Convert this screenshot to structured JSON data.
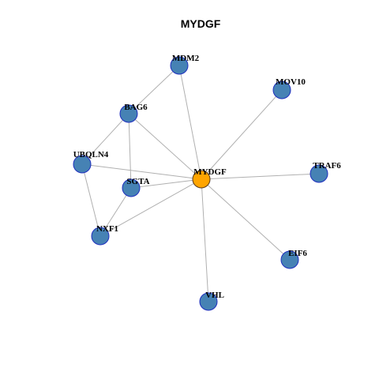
{
  "title": "MYDGF",
  "colors": {
    "center_fill": "#FFA500",
    "center_stroke": "#5a3a1a",
    "node_fill": "#4682B4",
    "node_stroke": "#1f2fbf",
    "edge": "#b0b0b0"
  },
  "nodes": [
    {
      "id": "MYDGF",
      "label": "MYDGF",
      "center": true
    },
    {
      "id": "MDM2",
      "label": "MDM2"
    },
    {
      "id": "MOV10",
      "label": "MOV10"
    },
    {
      "id": "BAG6",
      "label": "BAG6"
    },
    {
      "id": "UBQLN4",
      "label": "UBQLN4"
    },
    {
      "id": "SGTA",
      "label": "SGTA"
    },
    {
      "id": "TRAF6",
      "label": "TRAF6"
    },
    {
      "id": "NXF1",
      "label": "NXF1"
    },
    {
      "id": "EIF6",
      "label": "EIF6"
    },
    {
      "id": "VHL",
      "label": "VHL"
    }
  ],
  "edges": [
    [
      "MYDGF",
      "MDM2"
    ],
    [
      "MYDGF",
      "MOV10"
    ],
    [
      "MYDGF",
      "BAG6"
    ],
    [
      "MYDGF",
      "UBQLN4"
    ],
    [
      "MYDGF",
      "SGTA"
    ],
    [
      "MYDGF",
      "TRAF6"
    ],
    [
      "MYDGF",
      "NXF1"
    ],
    [
      "MYDGF",
      "EIF6"
    ],
    [
      "MYDGF",
      "VHL"
    ],
    [
      "MDM2",
      "BAG6"
    ],
    [
      "BAG6",
      "UBQLN4"
    ],
    [
      "BAG6",
      "SGTA"
    ],
    [
      "UBQLN4",
      "NXF1"
    ],
    [
      "SGTA",
      "NXF1"
    ]
  ]
}
